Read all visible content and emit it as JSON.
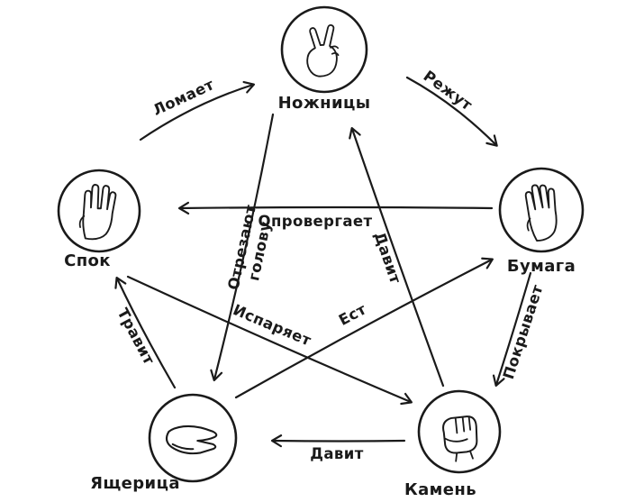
{
  "colors": {
    "ink": "#1a1a1a",
    "background": "#ffffff"
  },
  "nodes": {
    "scissors": {
      "label": "Ножницы"
    },
    "paper": {
      "label": "Бумага"
    },
    "rock": {
      "label": "Камень"
    },
    "lizard": {
      "label": "Ящерица"
    },
    "spock": {
      "label": "Спок"
    }
  },
  "edges": {
    "spock_breaks_scissors": {
      "label": "Ломает"
    },
    "scissors_cut_paper": {
      "label": "Режут"
    },
    "paper_disproves_spock": {
      "label": "Опровергает"
    },
    "scissors_decapitate_lizard": {
      "label_line1": "Отрезают",
      "label_line2": "голову"
    },
    "rock_crushes_scissors": {
      "label": "Давит"
    },
    "lizard_eats_paper": {
      "label": "Ест"
    },
    "spock_vaporizes_rock": {
      "label": "Испаряет"
    },
    "lizard_poisons_spock": {
      "label": "Травит"
    },
    "rock_crushes_lizard": {
      "label": "Давит"
    },
    "paper_covers_rock": {
      "label": "Покрывает"
    }
  }
}
